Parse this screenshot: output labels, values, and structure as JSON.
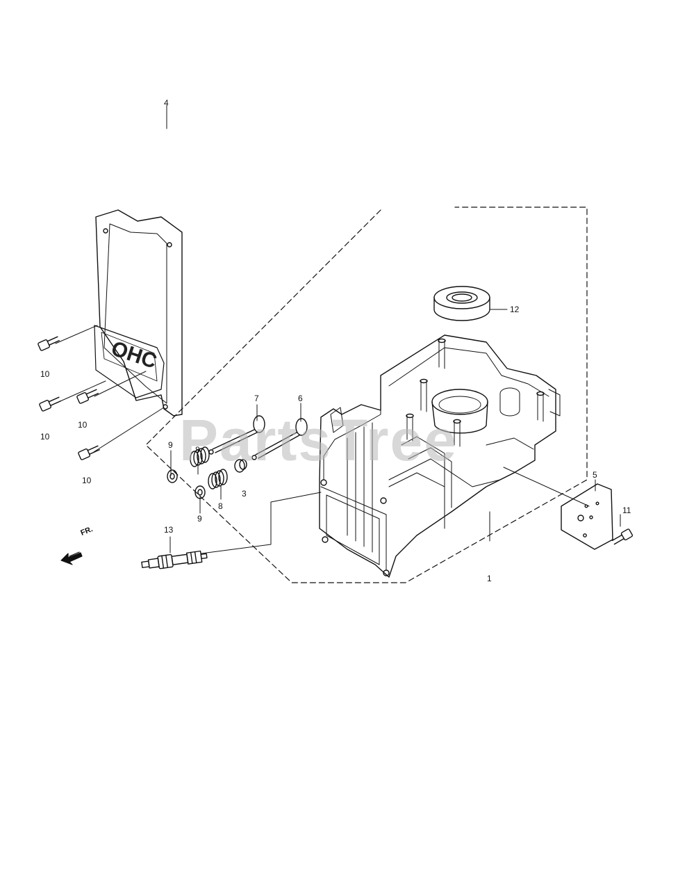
{
  "diagram": {
    "watermark": "PartsTree",
    "direction_label": "FR.",
    "cover_emboss": "OHC",
    "colors": {
      "line": "#111111",
      "watermark": "#b9b9b9",
      "background": "#ffffff"
    },
    "callouts": {
      "c1": "1",
      "c3": "3",
      "c4": "4",
      "c5": "5",
      "c6": "6",
      "c7": "7",
      "c8a": "8",
      "c8b": "8",
      "c9a": "9",
      "c9b": "9",
      "c10a": "10",
      "c10b": "10",
      "c10c": "10",
      "c10d": "10",
      "c11": "11",
      "c12": "12",
      "c13": "13"
    }
  }
}
